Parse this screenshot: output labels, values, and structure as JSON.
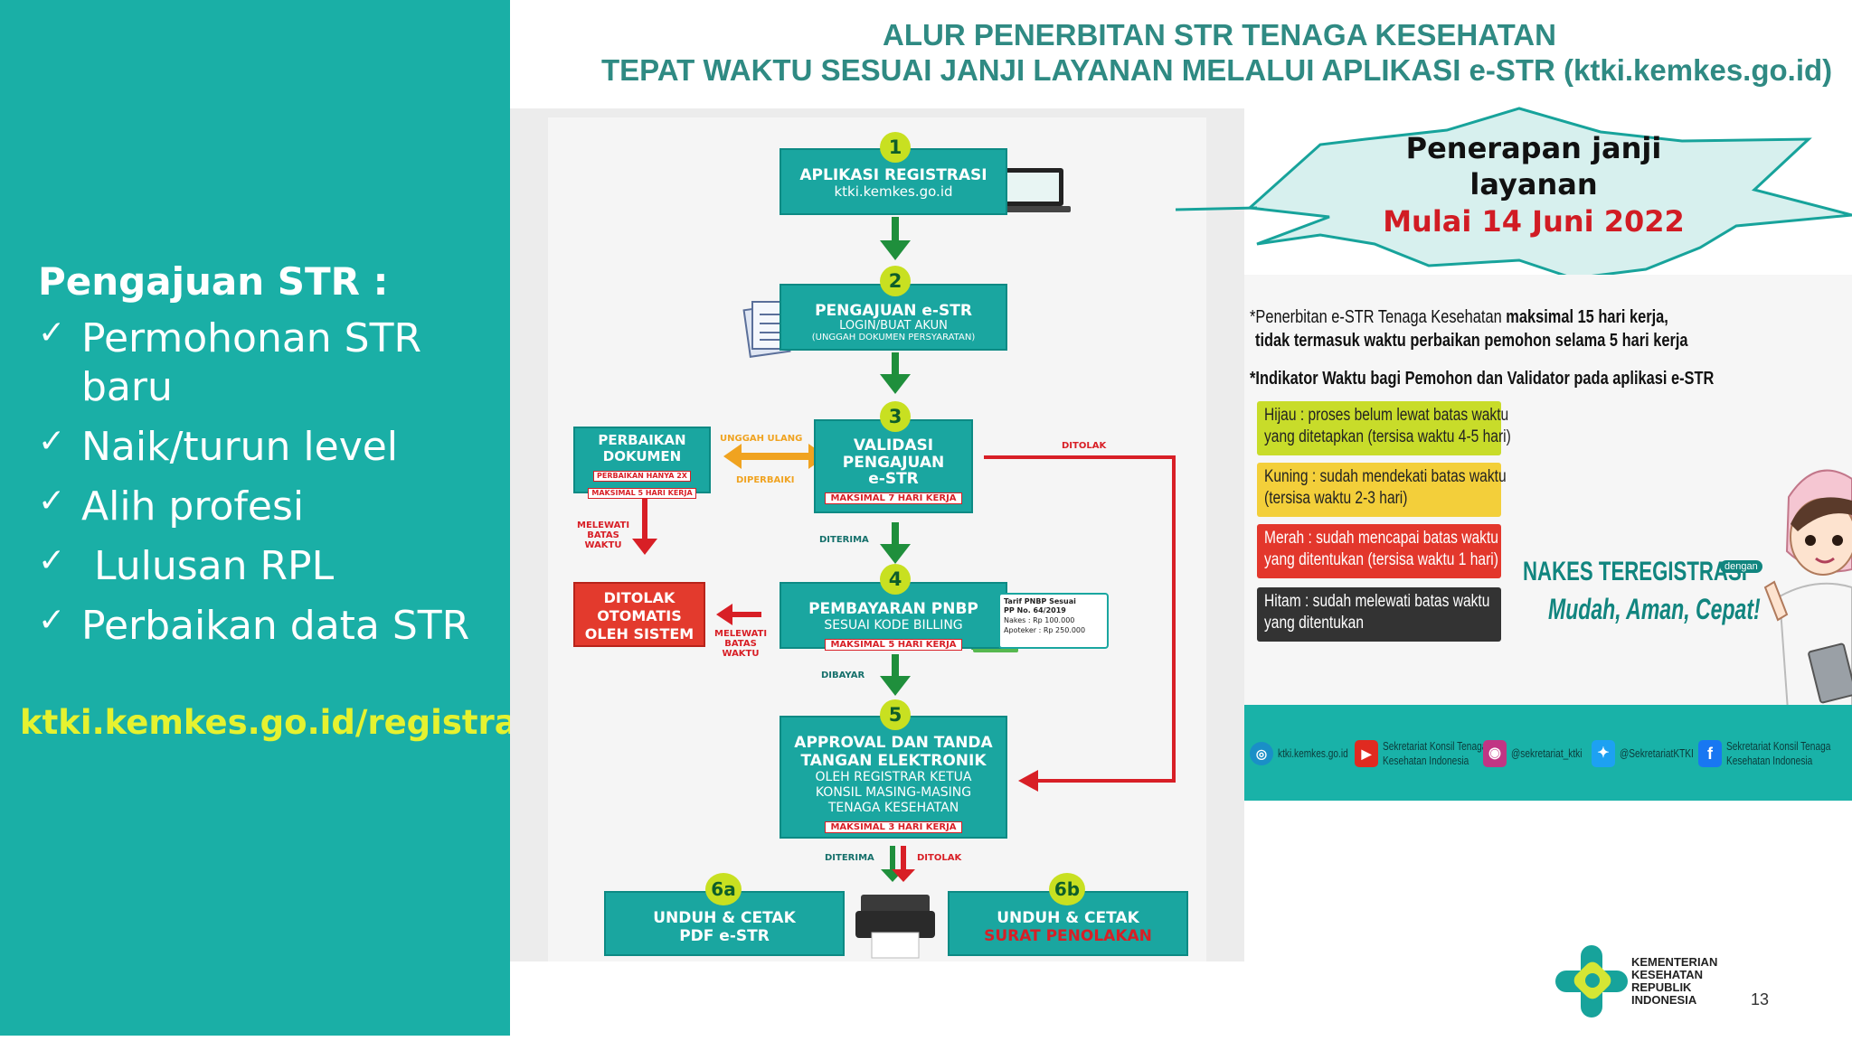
{
  "left": {
    "heading": "Pengajuan STR :",
    "items": [
      "Permohonan STR baru",
      "Naik/turun level",
      "Alih profesi",
      " Lulusan RPL",
      "Perbaikan data STR"
    ],
    "link": "ktki.kemkes.go.id/registrasi"
  },
  "title": {
    "line1": "ALUR PENERBITAN STR TENAGA KESEHATAN",
    "line2": "TEPAT WAKTU SESUAI JANJI LAYANAN MELALUI APLIKASI e-STR (ktki.kemkes.go.id)"
  },
  "flow": {
    "step1": {
      "num": "1",
      "title": "APLIKASI REGISTRASI",
      "sub": "ktki.kemkes.go.id"
    },
    "step2": {
      "num": "2",
      "title": "PENGAJUAN e-STR",
      "sub": "LOGIN/BUAT AKUN",
      "sub2": "(UNGGAH DOKUMEN PERSYARATAN)"
    },
    "step3": {
      "num": "3",
      "title1": "VALIDASI",
      "title2": "PENGAJUAN",
      "title3": "e-STR",
      "tag": "MAKSIMAL 7 HARI KERJA"
    },
    "perbaikan": {
      "title1": "PERBAIKAN",
      "title2": "DOKUMEN",
      "tag1": "PERBAIKAN HANYA 2X",
      "tag2": "MAKSIMAL 5 HARI KERJA"
    },
    "step4": {
      "num": "4",
      "title": "PEMBAYARAN PNBP",
      "sub": "SESUAI KODE BILLING",
      "tag": "MAKSIMAL 5 HARI KERJA"
    },
    "ditolak": {
      "line1": "DITOLAK",
      "line2": "OTOMATIS",
      "line3": "OLEH SISTEM"
    },
    "step5": {
      "num": "5",
      "title1": "APPROVAL DAN TANDA",
      "title2": "TANGAN ELEKTRONIK",
      "sub1": "OLEH REGISTRAR KETUA",
      "sub2": "KONSIL MASING-MASING",
      "sub3": "TENAGA KESEHATAN",
      "tag": "MAKSIMAL 3 HARI KERJA"
    },
    "step6a": {
      "num": "6a",
      "line1": "UNDUH & CETAK",
      "line2": "PDF e-STR"
    },
    "step6b": {
      "num": "6b",
      "line1": "UNDUH & CETAK",
      "line2": "SURAT PENOLAKAN"
    },
    "labels": {
      "unggah_ulang": "UNGGAH ULANG",
      "diperbaiki": "DIPERBAIKI",
      "ditolak": "DITOLAK",
      "diterima": "DITERIMA",
      "dibayar": "DIBAYAR",
      "melewati1": "MELEWATI",
      "batas1": "BATAS",
      "waktu1": "WAKTU",
      "melewati2": "MELEWATI",
      "batas2": "BATAS",
      "waktu2": "WAKTU",
      "diterima2": "DITERIMA",
      "ditolak2": "DITOLAK"
    },
    "tarif": {
      "title1": "Tarif PNBP Sesuai",
      "title2": "PP No. 64/2019",
      "nakes": "Nakes : Rp 100.000",
      "apoteker": "Apoteker : Rp 250.000"
    }
  },
  "janji": {
    "line1": "Penerapan janji",
    "line2": "layanan",
    "line3": "Mulai 14 Juni 2022"
  },
  "info": {
    "note1a": "*Penerbitan e-STR Tenaga Kesehatan ",
    "note1b": "maksimal 15 hari kerja,",
    "note2": "tidak termasuk waktu perbaikan pemohon selama 5 hari kerja",
    "note3": "*Indikator Waktu bagi Pemohon dan Validator pada aplikasi e-STR",
    "indicators": [
      {
        "line1": "Hijau : proses belum lewat batas waktu",
        "line2": "yang ditetapkan (tersisa waktu 4-5 hari)",
        "color": "#c8dc2a"
      },
      {
        "line1": "Kuning : sudah mendekati batas waktu",
        "line2": "(tersisa waktu 2-3 hari)",
        "color": "#f3cf3a"
      },
      {
        "line1": "Merah : sudah mencapai batas waktu",
        "line2": "yang ditentukan (tersisa waktu 1 hari)",
        "color": "#e3372c"
      },
      {
        "line1": "Hitam : sudah melewati batas waktu",
        "line2": "yang ditentukan",
        "color": "#333333"
      }
    ],
    "nakes1": "NAKES TEREGISTRASI",
    "nakes_small": "dengan",
    "nakes2": "Mudah, Aman, Cepat!",
    "social": [
      {
        "icon": "globe",
        "text1": "ktki.kemkes.go.id",
        "text2": ""
      },
      {
        "icon": "youtube",
        "text1": "Sekretariat Konsil Tenaga",
        "text2": "Kesehatan Indonesia"
      },
      {
        "icon": "instagram",
        "text1": "@sekretariat_ktki",
        "text2": ""
      },
      {
        "icon": "twitter",
        "text1": "@SekretariatKTKI",
        "text2": ""
      },
      {
        "icon": "facebook",
        "text1": "Sekretariat Konsil Tenaga",
        "text2": "Kesehatan Indonesia"
      }
    ]
  },
  "logo": {
    "line1": "KEMENTERIAN",
    "line2": "KESEHATAN",
    "line3": "REPUBLIK",
    "line4": "INDONESIA"
  },
  "page_number": "13"
}
